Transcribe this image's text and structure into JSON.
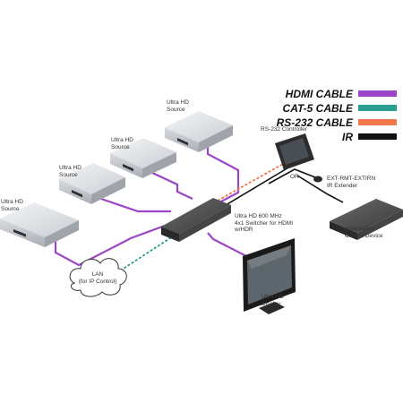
{
  "legend": {
    "items": [
      {
        "label": "HDMI CABLE",
        "color": "#9b45c9"
      },
      {
        "label": "CAT-5 CABLE",
        "color": "#2a9f8f"
      },
      {
        "label": "RS-232 CABLE",
        "color": "#f0784a"
      },
      {
        "label": "IR",
        "color": "#111111"
      }
    ]
  },
  "devices": {
    "source1": "Ultra HD\nSource",
    "source2": "Ultra HD\nSource",
    "source3": "Ultra HD\nSource",
    "source4": "Ultra HD\nSource",
    "switcher": "Ultra HD 600 MHz\n4x1 Switcher for HDMI\nw/HDR",
    "display": "Ultra HD\nDisplay",
    "rs232": "RS-232 Controller",
    "ir_extender": "EXT-RMT-EXTIRN\nIR Extender",
    "or": "OR",
    "automation": "Automation\nControl Device",
    "lan": "LAN\n(for IP Control)"
  }
}
